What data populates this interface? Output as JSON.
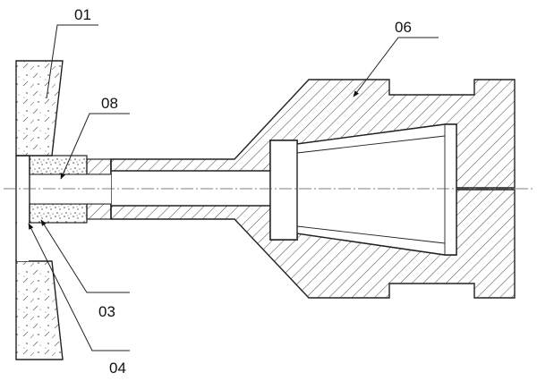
{
  "labels": {
    "part_01": "01",
    "part_08": "08",
    "part_06": "06",
    "part_03": "03",
    "part_04": "04"
  }
}
